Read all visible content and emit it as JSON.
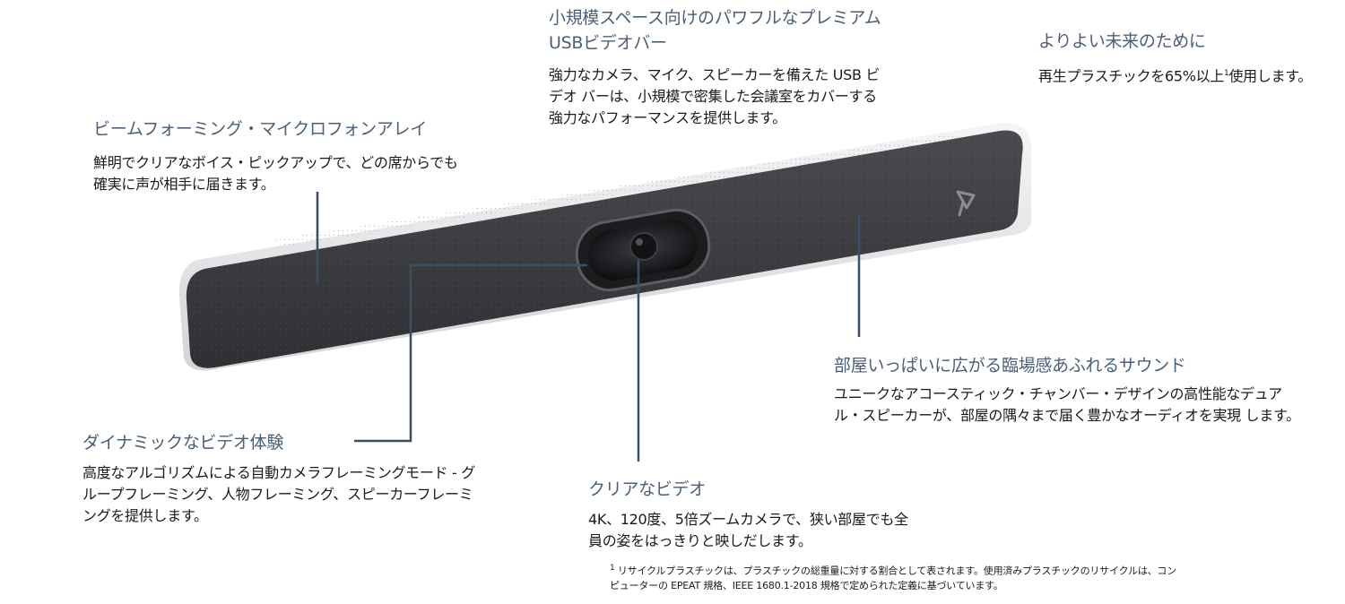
{
  "features": {
    "beamforming": {
      "title": "ビームフォーミング・マイクロフォンアレイ",
      "desc": "鮮明でクリアなボイス・ピックアップで、どの席からでも確実に声が相手に届きます。"
    },
    "usb_video_bar": {
      "title_line1": "小規模スペース向けのパワフルなプレミアム",
      "title_line2": "USBビデオバー",
      "desc": "強力なカメラ、マイク、スピーカーを備えた USB ビデオ バーは、小規模で密集した会議室をカバーする強力なパフォーマンスを提供します。"
    },
    "better_future": {
      "title": "よりよい未来のために",
      "desc_before": "再生プラスチックを65%以上",
      "desc_sup": "1",
      "desc_after": "使用します。"
    },
    "sound": {
      "title": "部屋いっぱいに広がる臨場感あふれるサウンド",
      "desc": "ユニークなアコースティック・チャンバー・デザインの高性能なデュアル・スピーカーが、部屋の隅々まで届く豊かなオーディオを実現 します。"
    },
    "dynamic_video": {
      "title": "ダイナミックなビデオ体験",
      "desc": "高度なアルゴリズムによる自動カメラフレーミングモード - グループフレーミング、人物フレーミング、スピーカーフレーミングを提供します。"
    },
    "clear_video": {
      "title": "クリアなビデオ",
      "desc": "4K、120度、5倍ズームカメラで、狭い部屋でも全員の姿をはっきりと映しだします。"
    }
  },
  "footnote": {
    "sup": "1",
    "text": "リサイクルプラスチックは、プラスチックの総重量に対する割合として表されます。使用済みプラスチックのリサイクルは、コンピューターの EPEAT 規格、IEEE 1680.1-2018 規格で定められた定義に基づいています。"
  },
  "colors": {
    "heading": "#4a5f78",
    "callout_line": "#3d4f66",
    "fabric": "#3e3f42",
    "shell": "#e6e8ea"
  }
}
